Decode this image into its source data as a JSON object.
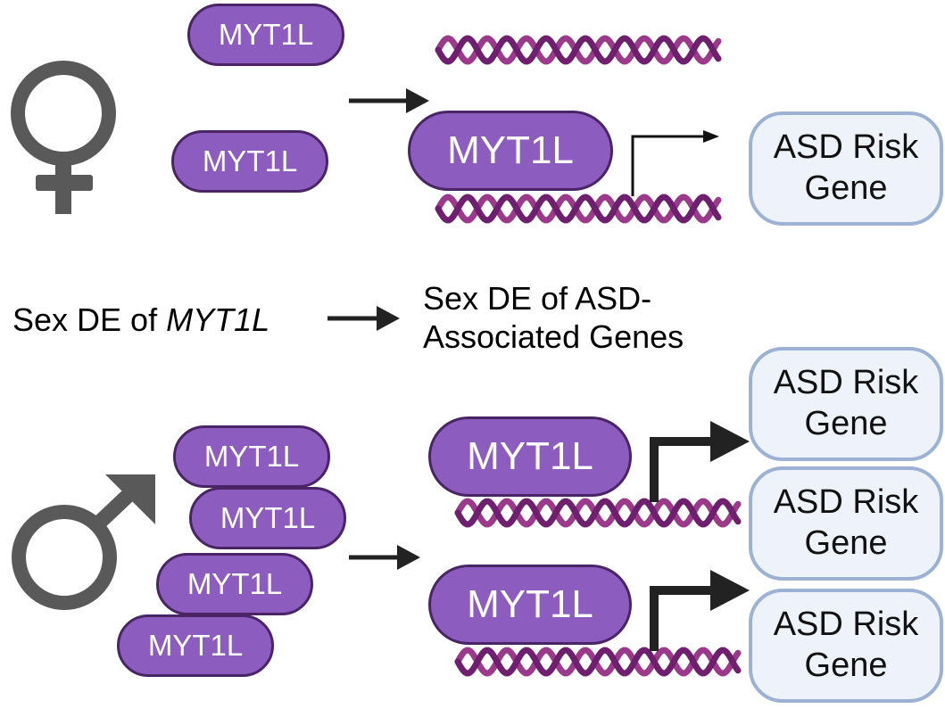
{
  "protein": {
    "label": "MYT1L"
  },
  "target_gene": {
    "line1": "ASD Risk",
    "line2": "Gene"
  },
  "summary": {
    "left_prefix": "Sex DE of ",
    "left_gene": "MYT1L",
    "right_line1": "Sex DE of ASD-",
    "right_line2": "Associated Genes"
  },
  "symbols": {
    "female": "female-symbol",
    "male": "male-symbol"
  },
  "colors": {
    "protein_fill": "#8d5cbf",
    "protein_border": "#4a2566",
    "dna_strand_a": "#6e1f6e",
    "dna_strand_b": "#9b3a8a",
    "gene_fill": "#eef3fa",
    "gene_border": "#9cb1d3",
    "symbol": "#595959",
    "arrow": "#222222"
  }
}
